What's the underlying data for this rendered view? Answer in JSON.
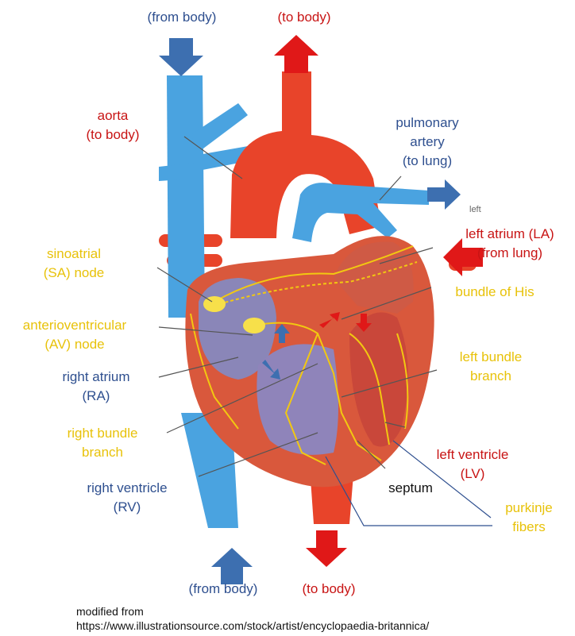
{
  "labels": {
    "from_body_top": "(from body)",
    "to_body_top": "(to body)",
    "aorta": [
      "aorta",
      "(to body)"
    ],
    "pulmonary_artery": [
      "pulmonary",
      "artery",
      "(to lung)"
    ],
    "left_tag": "left",
    "left_atrium": [
      "left atrium (LA)",
      "(from lung)"
    ],
    "sa_node": [
      "sinoatrial",
      "(SA) node"
    ],
    "bundle_of_his": "bundle of His",
    "av_node": [
      "anterioventricular",
      "(AV) node"
    ],
    "left_bundle_branch": [
      "left bundle",
      "branch"
    ],
    "right_atrium": [
      "right atrium",
      "(RA)"
    ],
    "right_bundle_branch": [
      "right bundle",
      "branch"
    ],
    "left_ventricle": [
      "left ventricle",
      "(LV)"
    ],
    "septum": "septum",
    "right_ventricle": [
      "right ventricle",
      "(RV)"
    ],
    "purkinje_fibers": [
      "purkinje",
      "fibers"
    ],
    "from_body_bottom": "(from body)",
    "to_body_bottom": "(to body)"
  },
  "credit": {
    "line1": "modified from",
    "line2": "https://www.illustrationsource.com/stock/artist/encyclopaedia-britannica/"
  },
  "colors": {
    "deoxygenated": "#4aa3e0",
    "oxygenated": "#e8442a",
    "blue_arrow": "#3d6fb0",
    "red_arrow": "#e01818",
    "conduction": "#f2c811",
    "blue_text": "#2e4f8f",
    "red_text": "#c81414",
    "yellow_text": "#e8c20a"
  }
}
